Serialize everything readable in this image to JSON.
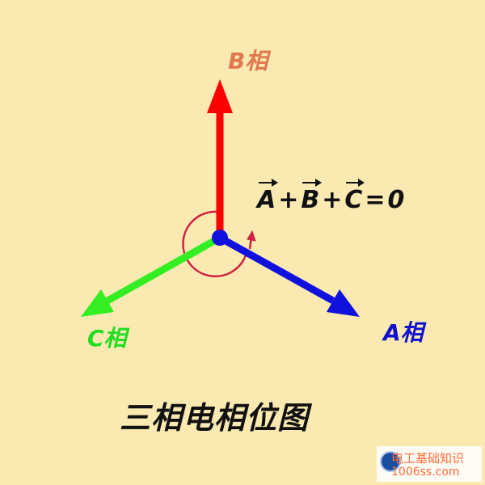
{
  "phases": {
    "b": {
      "label": "B相",
      "color": "#ff0000",
      "label_color": "#e07850"
    },
    "c": {
      "label": "C相",
      "color": "#33ee22",
      "label_color": "#22dd22"
    },
    "a": {
      "label": "A相",
      "color": "#1111dd",
      "label_color": "#1010d0"
    }
  },
  "equation": {
    "a": "A",
    "b": "B",
    "c": "C",
    "plus": "+",
    "equals": "=",
    "zero": "0"
  },
  "rotation_arrow_color": "#d02040",
  "origin_dot_color": "#1111dd",
  "title": "三相电相位图",
  "watermark": {
    "site_name": "电工基础知识",
    "url": "1006ss.com"
  }
}
